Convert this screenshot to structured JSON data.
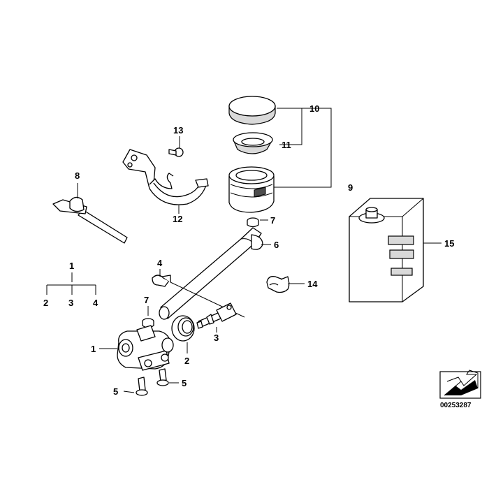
{
  "diagram": {
    "reference_number": "00253287",
    "callouts": {
      "c1a": "1",
      "c2a": "2",
      "c3a": "3",
      "c4a": "4",
      "c1b": "1",
      "c2b": "2",
      "c3b": "3",
      "c4b": "4",
      "c5a": "5",
      "c5b": "5",
      "c6": "6",
      "c7a": "7",
      "c7b": "7",
      "c8": "8",
      "c9": "9",
      "c10": "10",
      "c11": "11",
      "c12": "12",
      "c13": "13",
      "c14": "14",
      "c15": "15"
    }
  }
}
